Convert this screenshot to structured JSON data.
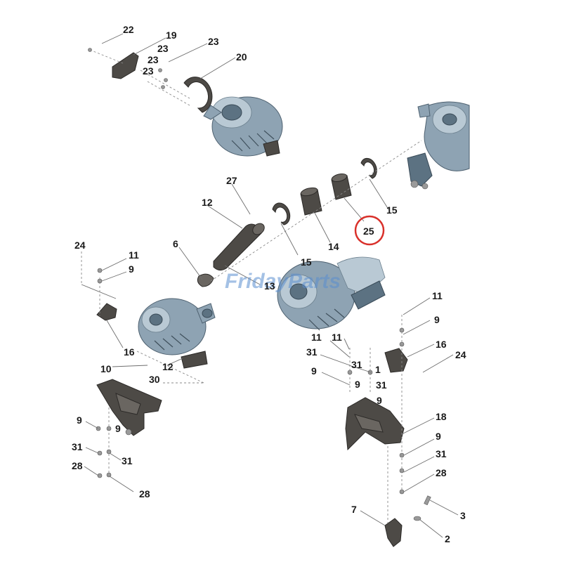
{
  "watermark": {
    "text_part1": "Friday",
    "text_part2": "Parts",
    "color_main": "#5b8fd0",
    "color_accent": "#f0a640"
  },
  "highlight": {
    "label": "25",
    "ring_color": "#d9312b"
  },
  "callouts": {
    "c22": "22",
    "c19": "19",
    "c23a": "23",
    "c23b": "23",
    "c23c": "23",
    "c20": "20",
    "c27": "27",
    "c12a": "12",
    "c15a": "15",
    "c14": "14",
    "c15b": "15",
    "c24a": "24",
    "c11a": "11",
    "c9a": "9",
    "c6": "6",
    "c13": "13",
    "c16a": "16",
    "c10": "10",
    "c12b": "12",
    "c30": "30",
    "c9b": "9",
    "c9c": "9",
    "c31a": "31",
    "c31b": "31",
    "c28a": "28",
    "c28b": "28",
    "c11b": "11",
    "c9d": "9",
    "c16b": "16",
    "c24b": "24",
    "c11c": "11",
    "c11d": "11",
    "c31c": "31",
    "c31d": "31",
    "c1": "1",
    "c9e": "9",
    "c9f": "9",
    "c31e": "31",
    "c9g": "9",
    "c18": "18",
    "c9h": "9",
    "c31f": "31",
    "c28c": "28",
    "c7": "7",
    "c3": "3",
    "c2": "2"
  }
}
